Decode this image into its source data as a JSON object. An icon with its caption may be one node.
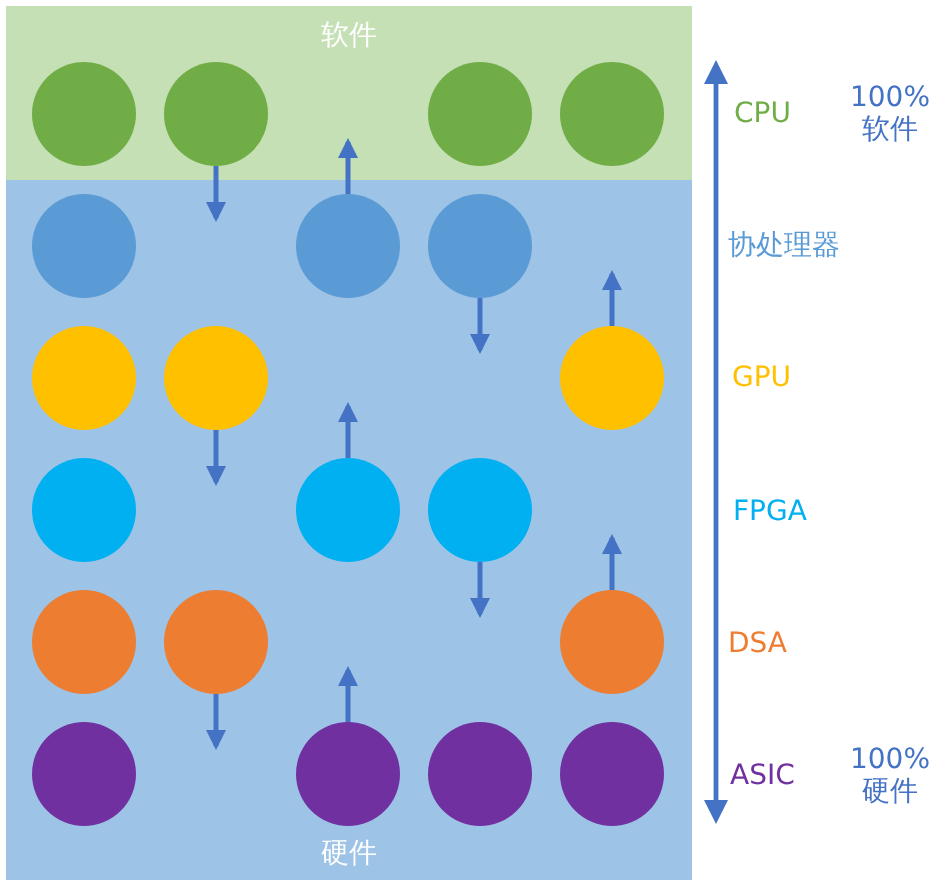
{
  "diagram": {
    "nodes": [
      {
        "text": [
          "软件"
        ]
      },
      {
        "text": [
          "硬件"
        ]
      },
      {
        "text": [],
        "shape": "circle",
        "in": 0
      },
      {
        "text": [],
        "shape": "circle",
        "in": 0
      },
      {
        "text": [],
        "shape": "circle",
        "in": 0
      },
      {
        "text": [],
        "shape": "circle",
        "in": 0
      },
      {
        "text": [],
        "shape": "circle",
        "in": 1
      },
      {
        "text": [],
        "shape": "circle",
        "in": 1
      },
      {
        "text": [],
        "shape": "circle",
        "in": 1
      },
      {
        "text": [],
        "shape": "circle",
        "in": 1
      },
      {
        "text": [],
        "shape": "circle",
        "in": 1
      },
      {
        "text": [],
        "shape": "circle",
        "in": 1
      },
      {
        "text": [],
        "shape": "circle",
        "in": 1
      },
      {
        "text": [],
        "shape": "circle",
        "in": 1
      },
      {
        "text": [],
        "shape": "circle",
        "in": 1
      },
      {
        "text": [],
        "shape": "circle",
        "in": 1
      },
      {
        "text": [],
        "shape": "circle",
        "in": 1
      },
      {
        "text": [],
        "shape": "circle",
        "in": 1
      },
      {
        "text": [],
        "shape": "circle",
        "in": 1
      },
      {
        "text": [],
        "shape": "circle",
        "in": 1
      },
      {
        "text": [],
        "shape": "circle",
        "in": 1
      },
      {
        "text": [],
        "shape": "circle",
        "in": 1
      }
    ],
    "edges": [
      {
        "from": 3,
        "to": null,
        "arrow": "to"
      },
      {
        "from": 7,
        "to": 0,
        "arrow": "to"
      },
      {
        "from": 8,
        "to": null,
        "arrow": "to"
      },
      {
        "from": 11,
        "to": null,
        "arrow": "to"
      },
      {
        "from": 10,
        "to": null,
        "arrow": "to"
      },
      {
        "from": 13,
        "to": null,
        "arrow": "to"
      },
      {
        "from": 14,
        "to": null,
        "arrow": "to"
      },
      {
        "from": 17,
        "to": null,
        "arrow": "to"
      },
      {
        "from": 16,
        "to": null,
        "arrow": "to"
      },
      {
        "from": 19,
        "to": null,
        "arrow": "to"
      }
    ],
    "labels": [
      "CPU",
      "100% 软件",
      "协处理器",
      "GPU",
      "FPGA",
      "DSA",
      "ASIC",
      "100% 硬件"
    ]
  }
}
